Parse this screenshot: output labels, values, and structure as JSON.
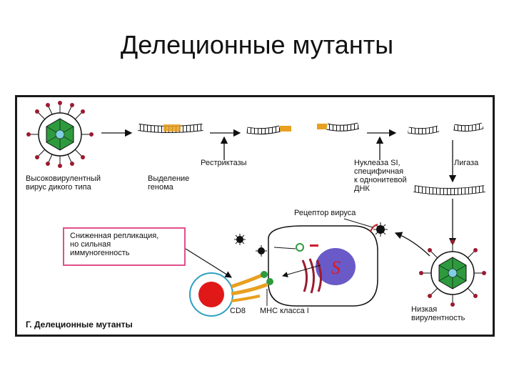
{
  "slide": {
    "title": "Делеционные мутанты"
  },
  "figure": {
    "caption": "Г. Делеционные мутанты",
    "labels": {
      "wild_type": "Высоковирулентный\nвирус дикого типа",
      "genome_isolation": "Выделение\nгенома",
      "restrictases": "Рестриктазы",
      "nuclease": "Нуклеаза SI,\nспецифичная\nк однонитевой\nДНК",
      "ligase": "Лигаза",
      "virus_receptor": "Рецептор вируса",
      "reduced_replication": "Сниженная репликация,\nно сильная\nиммуногенность",
      "cd8": "CD8",
      "mhc": "МНС класса I",
      "low_virulence": "Низкая\nвирулентность"
    },
    "colors": {
      "border": "#1a1a1a",
      "virus_spike": "#9b1b30",
      "capsid": "#2e9a3e",
      "insert": "#e8a020",
      "deletion_mark": "#cc1d2a",
      "nucleus": "#6a5ac8",
      "t_cell_nucleus": "#e01818",
      "pink_box": "#e0508c"
    }
  }
}
